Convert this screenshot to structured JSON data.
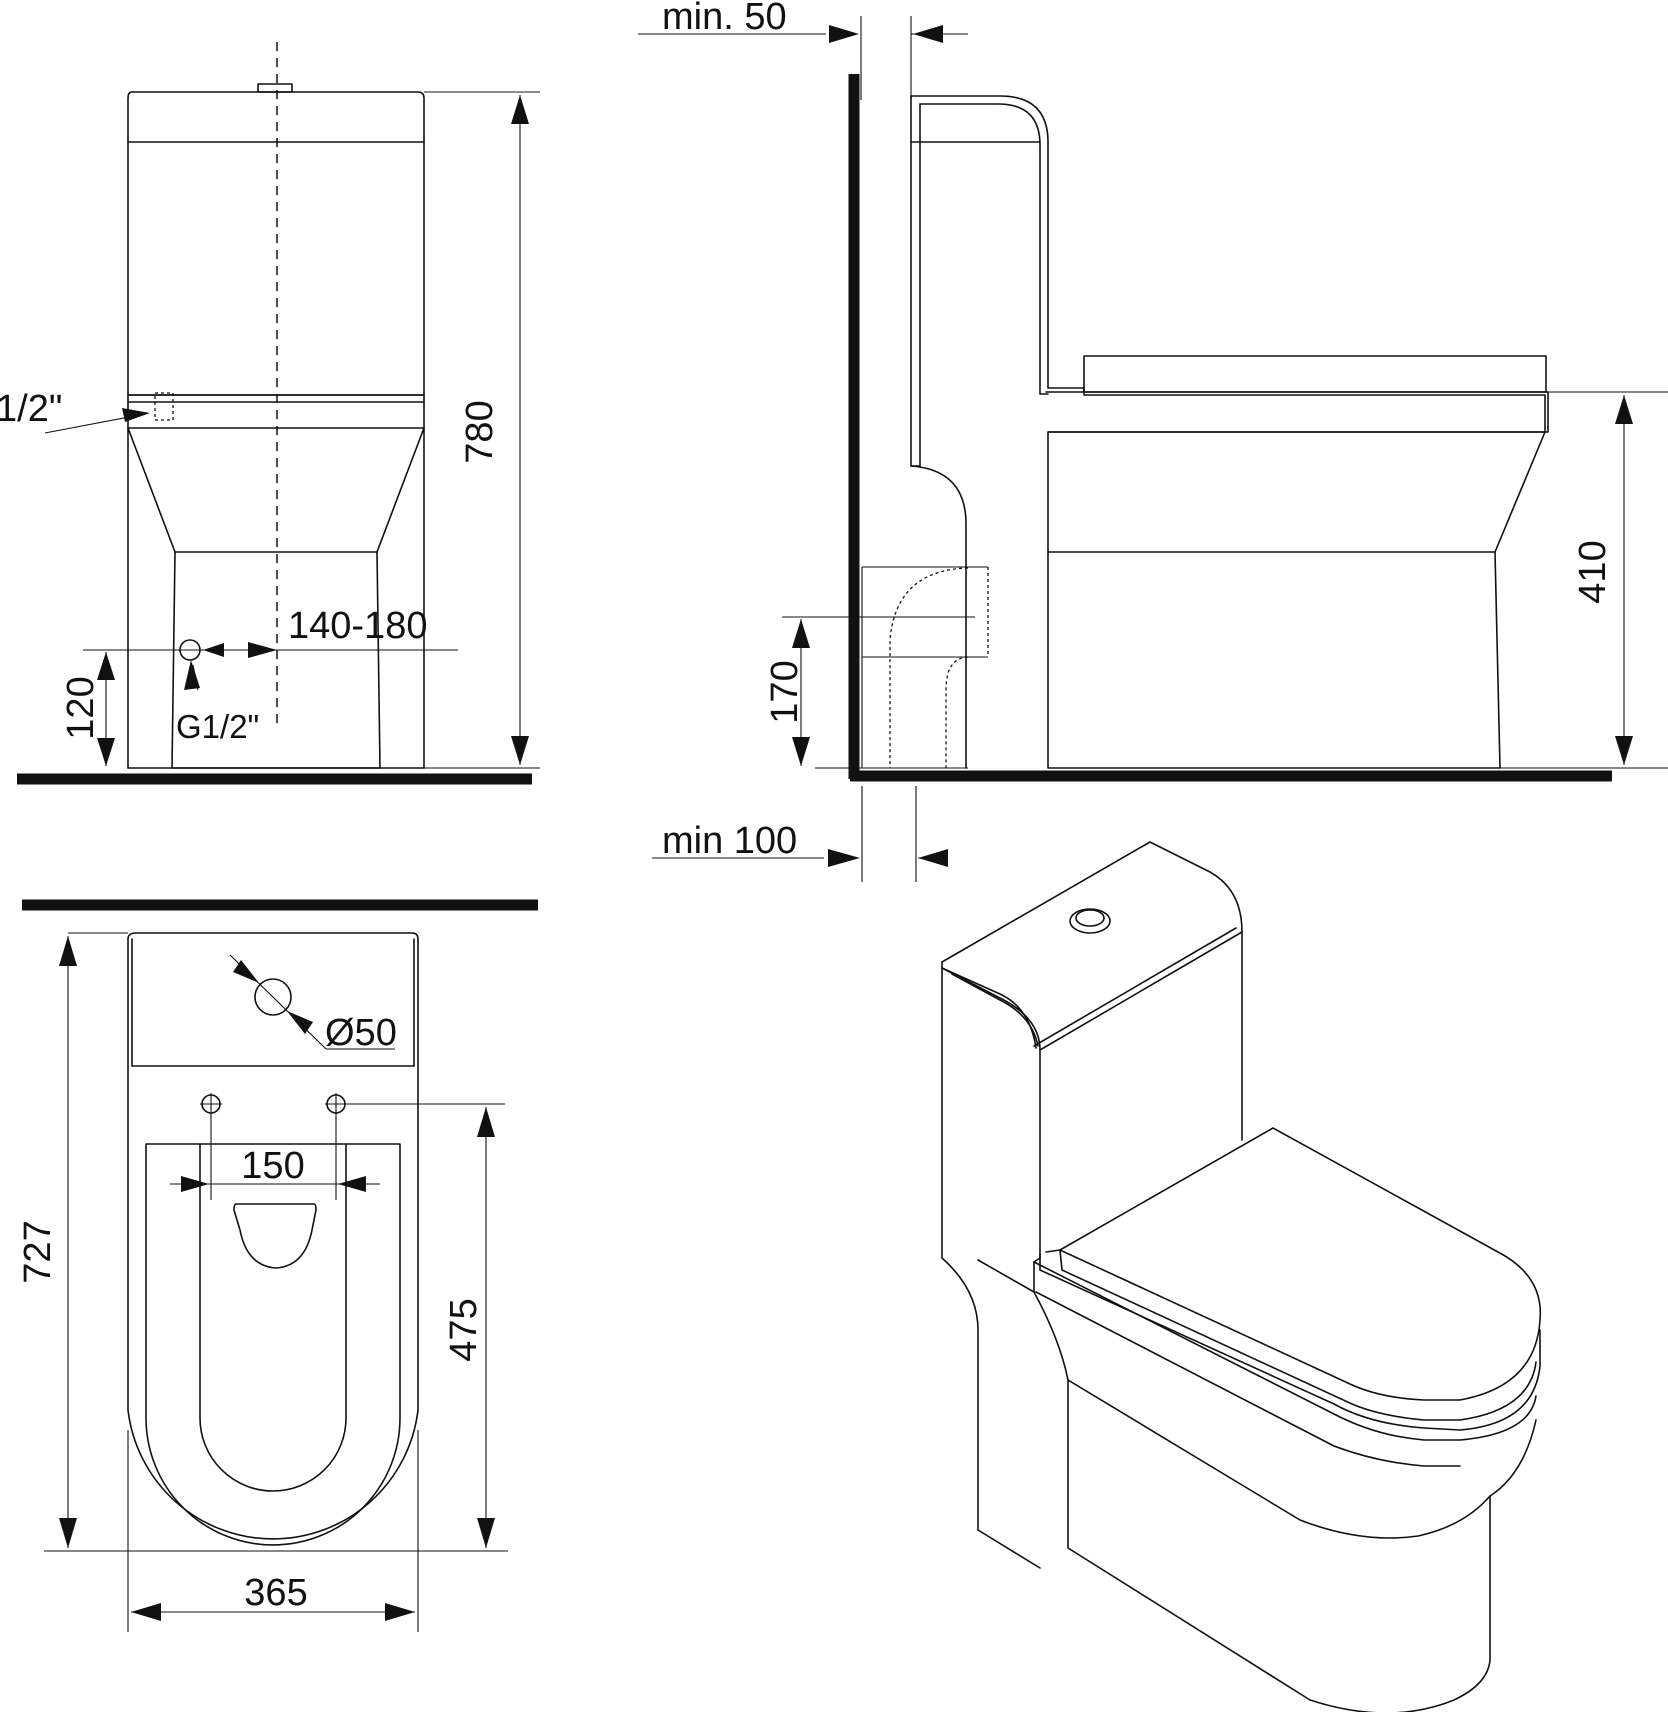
{
  "front_view": {
    "height_label": "780",
    "inlet_height_label": "120",
    "inlet_offset_label": "140-180",
    "inlet_thread_label": "G1/2\"",
    "tank_inlet_label": "1/2\""
  },
  "side_view": {
    "wall_gap_top_label": "min. 50",
    "seat_height_label": "410",
    "outlet_height_label": "170",
    "wall_gap_bottom_label": "min 100"
  },
  "top_view": {
    "length_label": "727",
    "width_label": "365",
    "bolt_spacing_label": "150",
    "bolt_depth_label": "475",
    "outlet_diameter_label": "Ø50"
  }
}
